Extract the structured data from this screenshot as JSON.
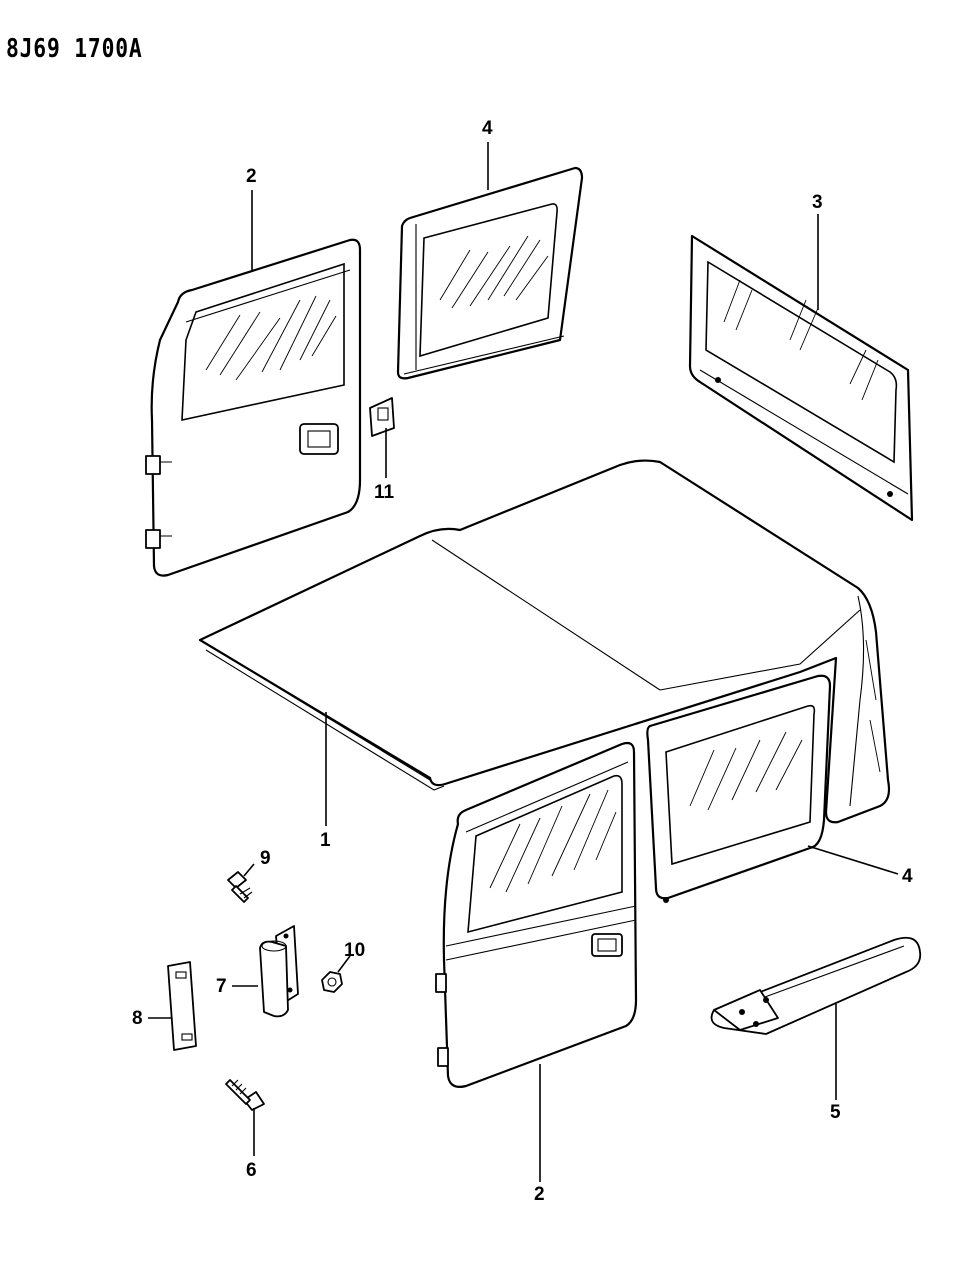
{
  "diagram_code": "8J69 1700A",
  "callouts": {
    "c1": "1",
    "c2_top": "2",
    "c2_bottom": "2",
    "c3": "3",
    "c4_top": "4",
    "c4_right": "4",
    "c5": "5",
    "c6": "6",
    "c7": "7",
    "c8": "8",
    "c9": "9",
    "c10": "10",
    "c11": "11"
  }
}
